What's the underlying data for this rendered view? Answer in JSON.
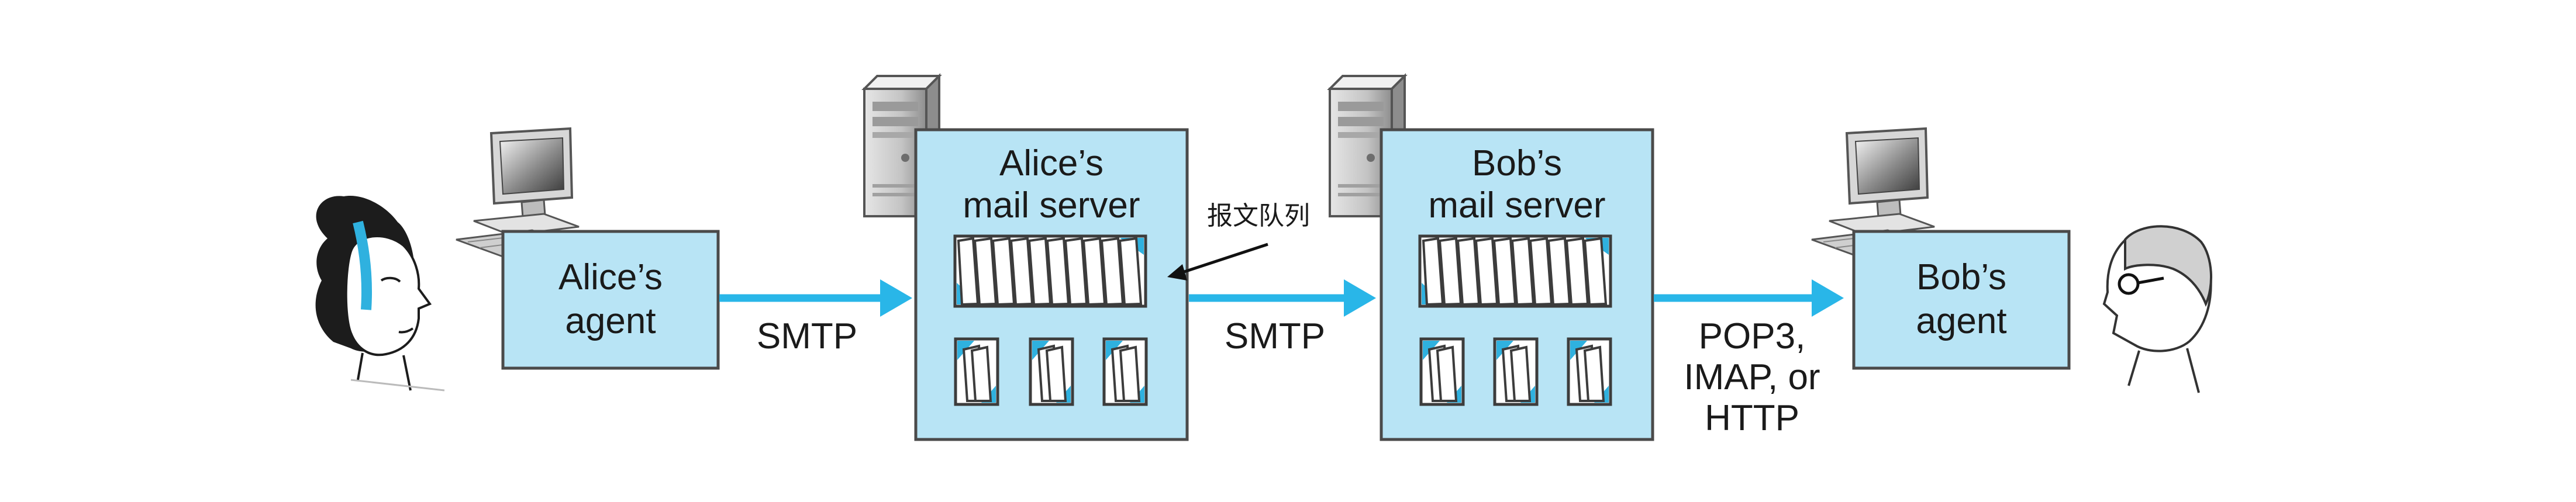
{
  "alice_agent": {
    "line1": "Alice’s",
    "line2": "agent"
  },
  "alice_server": {
    "line1": "Alice’s",
    "line2": "mail server"
  },
  "bob_server": {
    "line1": "Bob’s",
    "line2": "mail server"
  },
  "bob_agent": {
    "line1": "Bob’s",
    "line2": "agent"
  },
  "links": {
    "agent_to_server": "SMTP",
    "server_to_server": "SMTP",
    "server_to_agent": [
      "POP3,",
      "IMAP, or",
      "HTTP"
    ]
  },
  "queue_callout": "报文队列",
  "icons": [
    "woman-user-icon",
    "desktop-computer-icon",
    "server-tower-icon",
    "message-queue-icon",
    "mailbox-icon",
    "man-user-icon"
  ],
  "colors": {
    "box_fill": "#b8e4f5",
    "arrow": "#29b6e8",
    "outline": "#4a4a4a"
  }
}
